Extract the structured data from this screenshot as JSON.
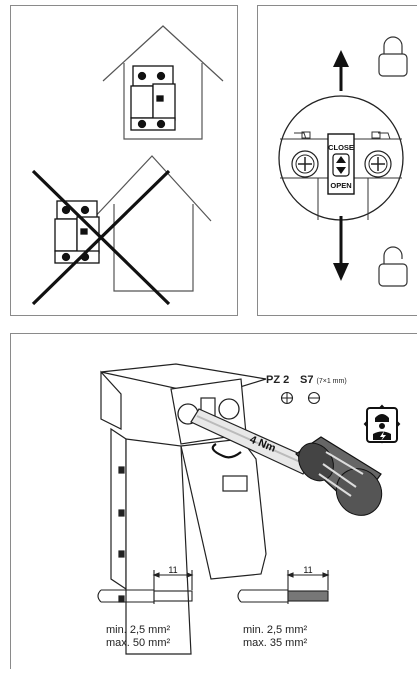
{
  "panel_close": {
    "top_label": "CLOSE",
    "bottom_label": "OPEN"
  },
  "panel_install": {
    "pz_label": "PZ 2",
    "s_label": "S7",
    "s_note": "(7×1 mm)",
    "torque": "4 Nm",
    "strip_length_1": "11",
    "strip_length_2": "11",
    "wire_solid": {
      "min": "min. 2,5 mm²",
      "max": "max. 50 mm²"
    },
    "wire_stranded": {
      "min": "min. 2,5 mm²",
      "max": "max. 35 mm²"
    }
  },
  "icons": [
    "house-icon",
    "device-icon",
    "cross-icon",
    "padlock-closed-icon",
    "padlock-open-icon",
    "arrow-up-icon",
    "arrow-down-icon",
    "phillips-screw-icon",
    "slot-screw-icon",
    "electrician-icon"
  ]
}
